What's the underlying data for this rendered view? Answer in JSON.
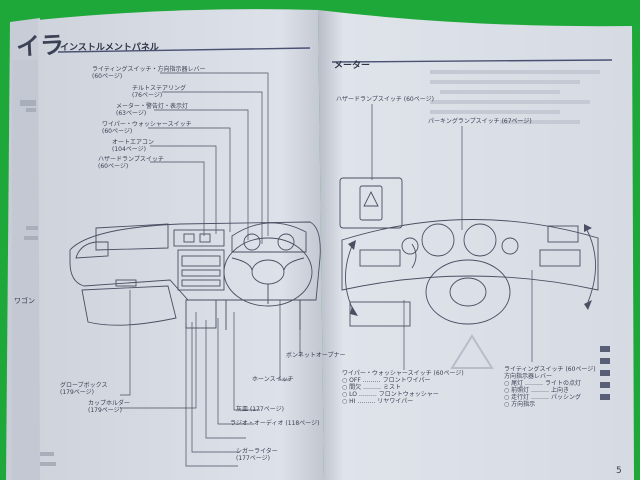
{
  "left_page": {
    "section_heading": "インストルメントパネル",
    "callouts_top": [
      {
        "name": "ライティングスイッチ・方向指示器レバー",
        "ref": "(60ページ)"
      },
      {
        "name": "チルトステアリング",
        "ref": "(76ページ)"
      },
      {
        "name": "メーター・警告灯・表示灯",
        "ref": "(63ページ)"
      },
      {
        "name": "ワイパー・ウォッシャースイッチ",
        "ref": "(60ページ)"
      },
      {
        "name": "オートエアコン",
        "ref": "(104ページ)"
      },
      {
        "name": "ハザードランプスイッチ",
        "ref": "(60ページ)"
      }
    ],
    "callouts_bottom_left": [
      {
        "name": "グローブボックス",
        "ref": "(179ページ)"
      },
      {
        "name": "カップホルダー",
        "ref": "(179ページ)"
      }
    ],
    "callouts_bottom_right": [
      {
        "name": "ボンネットオープナー",
        "ref": ""
      },
      {
        "name": "ホーンスイッチ",
        "ref": ""
      },
      {
        "name": "灰皿",
        "ref": "(177ページ)"
      },
      {
        "name": "ラジオ・オーディオ",
        "ref": "(118ページ)"
      },
      {
        "name": "シガーライター",
        "ref": "(177ページ)"
      }
    ],
    "page_number": ""
  },
  "underlying_page": {
    "big_title": "イラ",
    "side_labels": [
      "ワゴン"
    ]
  },
  "right_page": {
    "section_heading": "メーター",
    "callouts_top": [
      {
        "name": "ハザードランプスイッチ",
        "ref": "(60ページ)"
      },
      {
        "name": "パーキングランプスイッチ",
        "ref": "(67ページ)"
      }
    ],
    "callout_bottom_left": {
      "title": "ワイパー・ウォッシャースイッチ",
      "ref": "(60ページ)",
      "lines": [
        "○ OFF ……… フロントワイパー",
        "○ 間欠 ……… ミスト",
        "○ LO ……… フロントウォッシャー",
        "○ HI ……… リヤワイパー"
      ]
    },
    "callout_bottom_right": {
      "title": "ライティングスイッチ",
      "ref": "(60ページ)",
      "lines": [
        "方向指示器レバー",
        "○ 尾灯 ……… ライトの点灯",
        "○ 前照灯 ……… 上向き",
        "○ 走行灯 ……… パッシング",
        "○ 方向指示"
      ]
    },
    "page_number": "5"
  },
  "colors": {
    "background": "#1fa83a",
    "paper_left": "#d9dde6",
    "paper_right": "#dde1e9",
    "ink": "#3a3f52",
    "accent_line": "#4b5173"
  }
}
